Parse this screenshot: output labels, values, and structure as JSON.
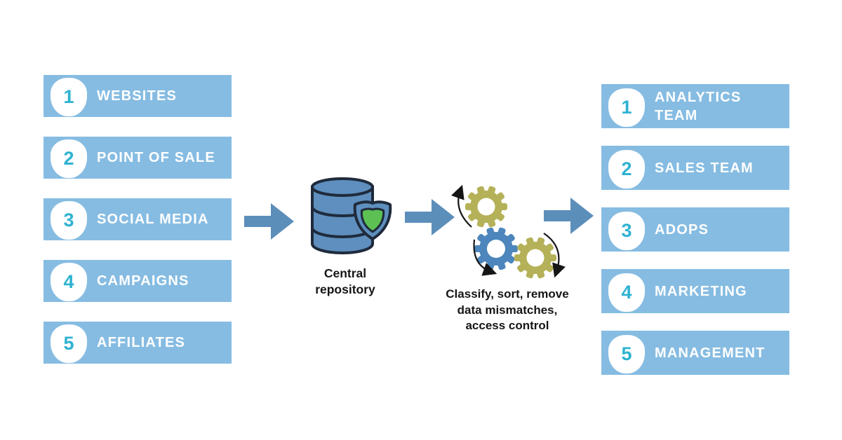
{
  "colors": {
    "background": "#FFFFFF",
    "bar_fill": "#86BCE2",
    "badge_bg": "#FFFFFF",
    "badge_number": "#2FB3D1",
    "bar_text": "#FFFFFF",
    "arrow_fill": "#5C8EBA",
    "caption_text": "#161616",
    "outline_dark": "#1F2B3C",
    "db_fill": "#5E8FBE",
    "shield_green": "#5CC152",
    "gear_olive": "#B5B158",
    "gear_blue": "#4D86BC"
  },
  "left_column": {
    "items": [
      {
        "number": "1",
        "label": "WEBSITES"
      },
      {
        "number": "2",
        "label": "POINT OF SALE"
      },
      {
        "number": "3",
        "label": "SOCIAL MEDIA"
      },
      {
        "number": "4",
        "label": "CAMPAIGNS"
      },
      {
        "number": "5",
        "label": "AFFILIATES"
      }
    ]
  },
  "right_column": {
    "items": [
      {
        "number": "1",
        "label": "ANALYTICS TEAM"
      },
      {
        "number": "2",
        "label": "SALES TEAM"
      },
      {
        "number": "3",
        "label": "ADOPS"
      },
      {
        "number": "4",
        "label": "MARKETING"
      },
      {
        "number": "5",
        "label": "MANAGEMENT"
      }
    ]
  },
  "center": {
    "label_line1": "Central",
    "label_line2": "repository"
  },
  "process": {
    "caption_line1": "Classify, sort, remove",
    "caption_line2": "data mismatches,",
    "caption_line3": "access control"
  },
  "icons": {
    "repository": "database-with-shield-icon",
    "processing": "rotating-gears-icon",
    "flow": "block-arrow-right-icon",
    "rotation": "curved-rotation-arrow-icon"
  }
}
